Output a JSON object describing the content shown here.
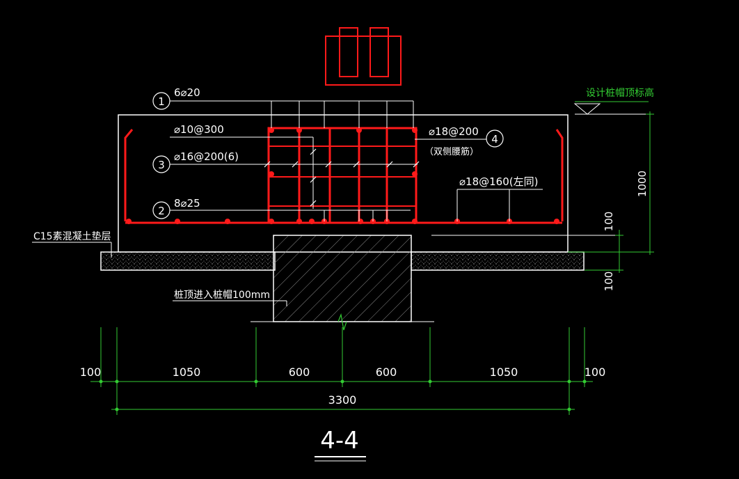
{
  "title": "4-4",
  "labels": {
    "top_bars": "6⌀20",
    "stirrup": "⌀10@300",
    "middle_bars": "⌀16@200(6)",
    "bottom_bars": "8⌀25",
    "side_bars": "⌀18@200",
    "side_bars_note": "（双侧腰筋）",
    "bottom_mesh": "⌀18@160(左同)",
    "cushion": "C15素混凝土垫层",
    "pile_note": "桩顶进入桩帽100mm",
    "top_elevation": "设计桩帽顶标高"
  },
  "callouts": [
    "1",
    "2",
    "3",
    "4"
  ],
  "dimensions": {
    "horizontal": [
      "100",
      "1050",
      "600",
      "600",
      "1050",
      "100"
    ],
    "total": "3300",
    "vertical_height": "1000",
    "vertical_cover": "100",
    "vertical_cushion": "100"
  },
  "colors": {
    "outline": "#ffffff",
    "rebar": "#ff1a1a",
    "dimension": "#33cc33",
    "hatch": "#8a8a8a"
  }
}
